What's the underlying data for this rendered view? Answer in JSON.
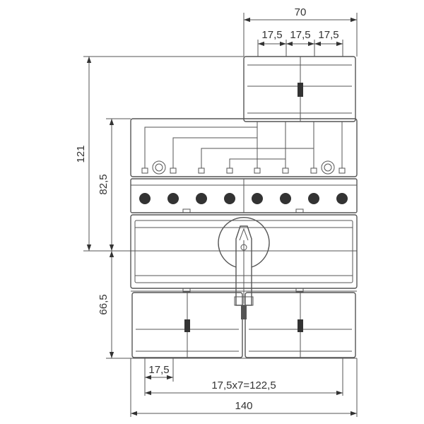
{
  "dimensions": {
    "top_width": "70",
    "pitch_a": "17,5",
    "pitch_b": "17,5",
    "pitch_c": "17,5",
    "total_height": "121",
    "upper_height": "82,5",
    "lower_height": "66,5",
    "module_width": "17,5",
    "terminal_span": "17,5x7=122,5",
    "total_width": "140"
  }
}
